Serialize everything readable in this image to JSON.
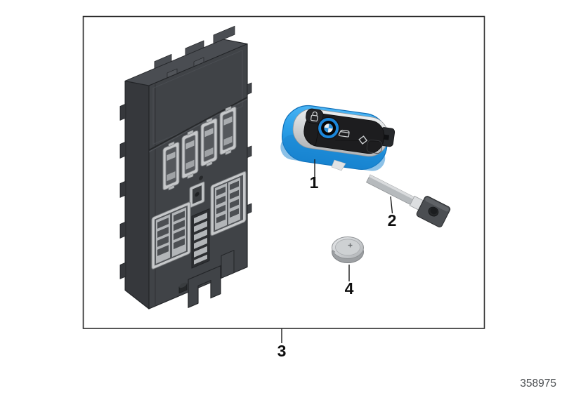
{
  "diagram": {
    "part_number": "358975",
    "callouts": [
      {
        "label": "1",
        "part": "radio-remote-control-key"
      },
      {
        "label": "2",
        "part": "mechanical-key-blade"
      },
      {
        "label": "3",
        "part": "complete-key-kit-box"
      },
      {
        "label": "4",
        "part": "button-cell-battery"
      }
    ],
    "colors": {
      "key_blue": "#2ba0e8",
      "key_blue_dark": "#1278bf",
      "roundel_ring_blue": "#1b86da",
      "module_body_gray": "#404347",
      "connector_gray": "#c6c8ca",
      "metal_gray": "#b6babd",
      "callout_color": "#0e0e0e",
      "part_number_color": "#4b4e51",
      "box_border": "#2c2c2c"
    }
  }
}
